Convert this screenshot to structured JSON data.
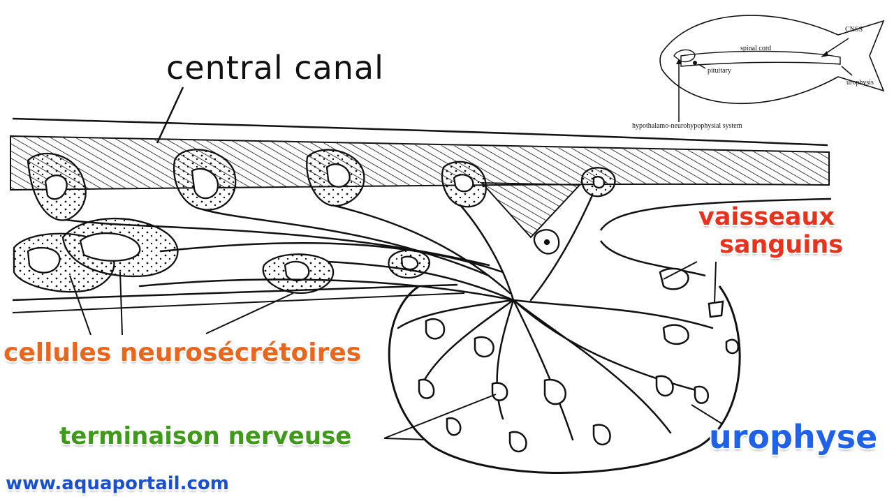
{
  "diagram": {
    "main_label": "central canal",
    "inset": {
      "labels": {
        "cnss": "CNSS",
        "spinal_cord": "spinal cord",
        "pituitary": "pituitary",
        "urophysis": "urophysis",
        "system": "hypothalamo-neurohypophysial system"
      }
    },
    "labels": {
      "vaisseaux": "vaisseaux",
      "sanguins": "sanguins",
      "cellules": "cellules neurosécrétoires",
      "terminaison": "terminaison nerveuse",
      "urophyse": "urophyse",
      "website": "www.aquaportail.com"
    },
    "colors": {
      "vaisseaux": "#e8321e",
      "cellules": "#e8661e",
      "terminaison": "#3f9a1c",
      "urophyse": "#1f62e8",
      "website": "#1a4fd0"
    }
  }
}
